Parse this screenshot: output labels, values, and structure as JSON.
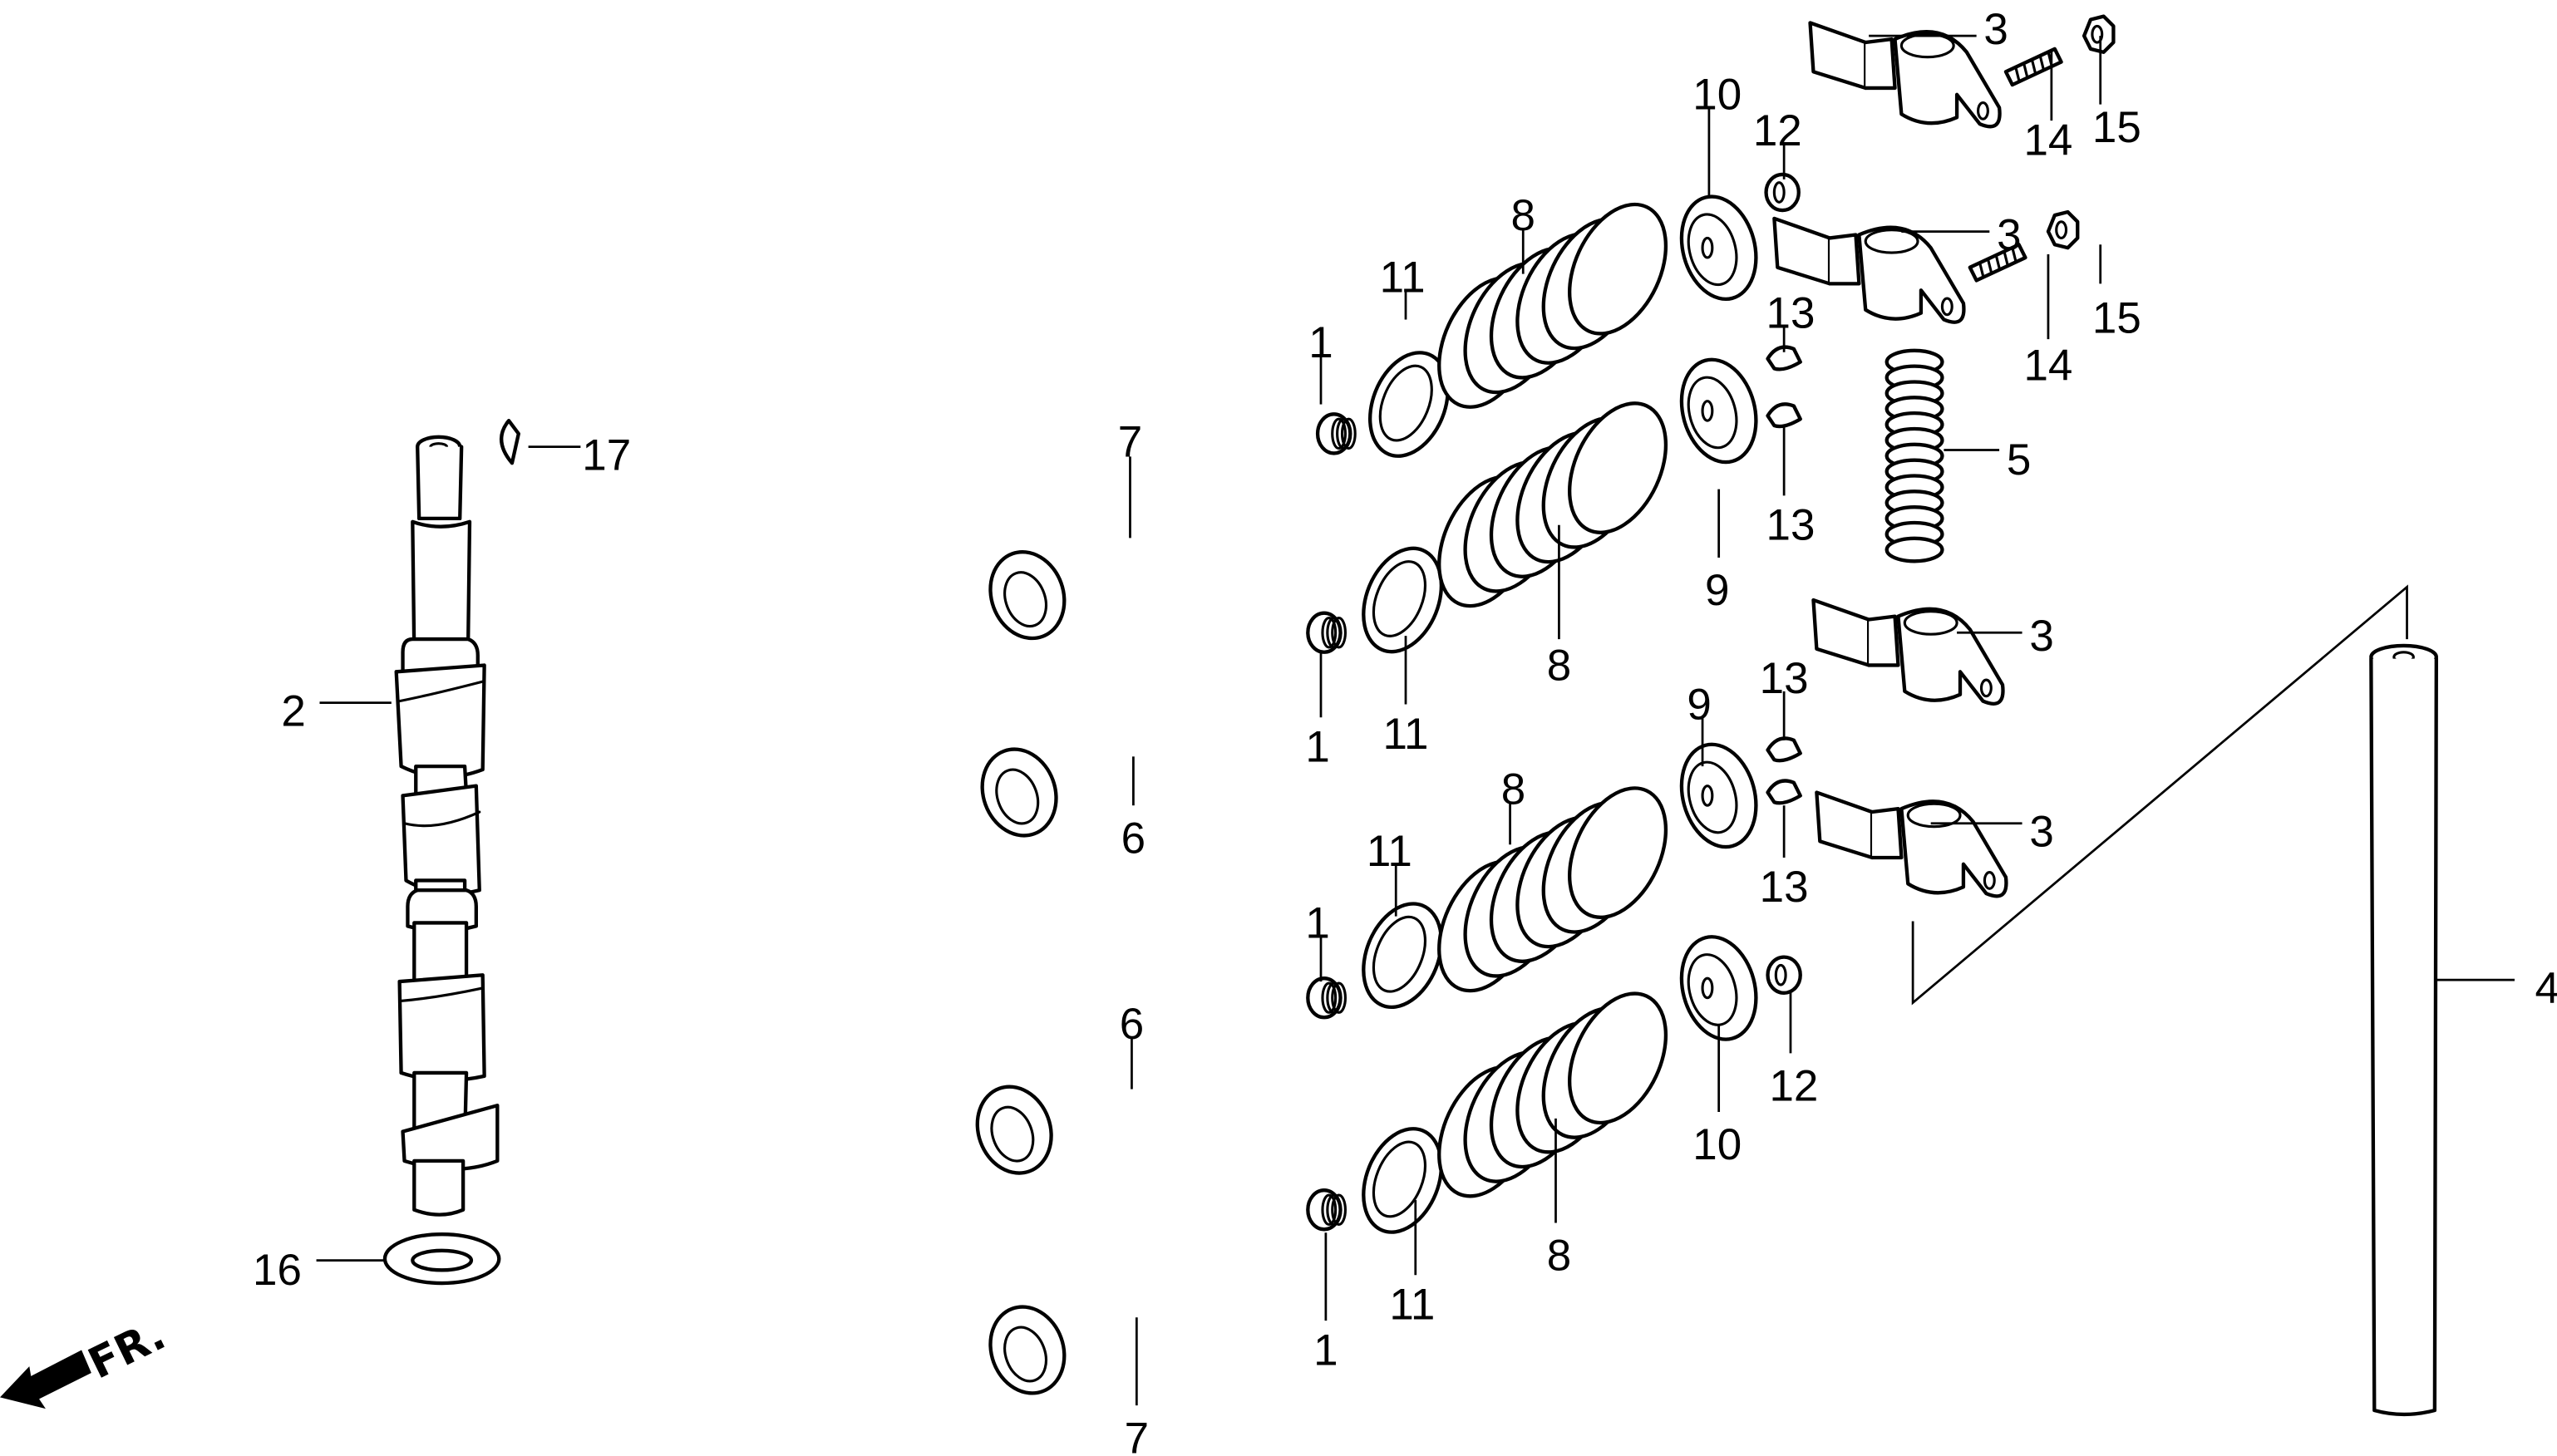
{
  "diagram": {
    "title": "Camshaft / Valve exploded parts diagram",
    "background_color": "#ffffff",
    "line_color": "#000000",
    "front_indicator": {
      "label": "FR.",
      "icon": "front-direction-arrow-icon"
    },
    "parts": [
      {
        "ref": "1",
        "name": "valve-stem-seal"
      },
      {
        "ref": "2",
        "name": "camshaft"
      },
      {
        "ref": "3",
        "name": "rocker-arm"
      },
      {
        "ref": "4",
        "name": "push-rod"
      },
      {
        "ref": "5",
        "name": "spring"
      },
      {
        "ref": "6",
        "name": "intake-valve"
      },
      {
        "ref": "7",
        "name": "exhaust-valve"
      },
      {
        "ref": "8",
        "name": "valve-spring"
      },
      {
        "ref": "9",
        "name": "valve-spring-retainer"
      },
      {
        "ref": "10",
        "name": "valve-spring-retainer-rotator"
      },
      {
        "ref": "11",
        "name": "valve-spring-seat"
      },
      {
        "ref": "12",
        "name": "collar"
      },
      {
        "ref": "13",
        "name": "valve-cotter"
      },
      {
        "ref": "14",
        "name": "pivot-bolt"
      },
      {
        "ref": "15",
        "name": "nut"
      },
      {
        "ref": "16",
        "name": "thrust-washer"
      },
      {
        "ref": "17",
        "name": "woodruff-key"
      }
    ],
    "callouts": [
      "3",
      "14",
      "15",
      "10",
      "12",
      "3",
      "14",
      "15",
      "8",
      "11",
      "1",
      "13",
      "17",
      "7",
      "9",
      "13",
      "5",
      "2",
      "8",
      "11",
      "1",
      "3",
      "6",
      "13",
      "9",
      "8",
      "11",
      "13",
      "3",
      "1",
      "6",
      "4",
      "12",
      "10",
      "16",
      "8",
      "11",
      "1",
      "7"
    ]
  }
}
